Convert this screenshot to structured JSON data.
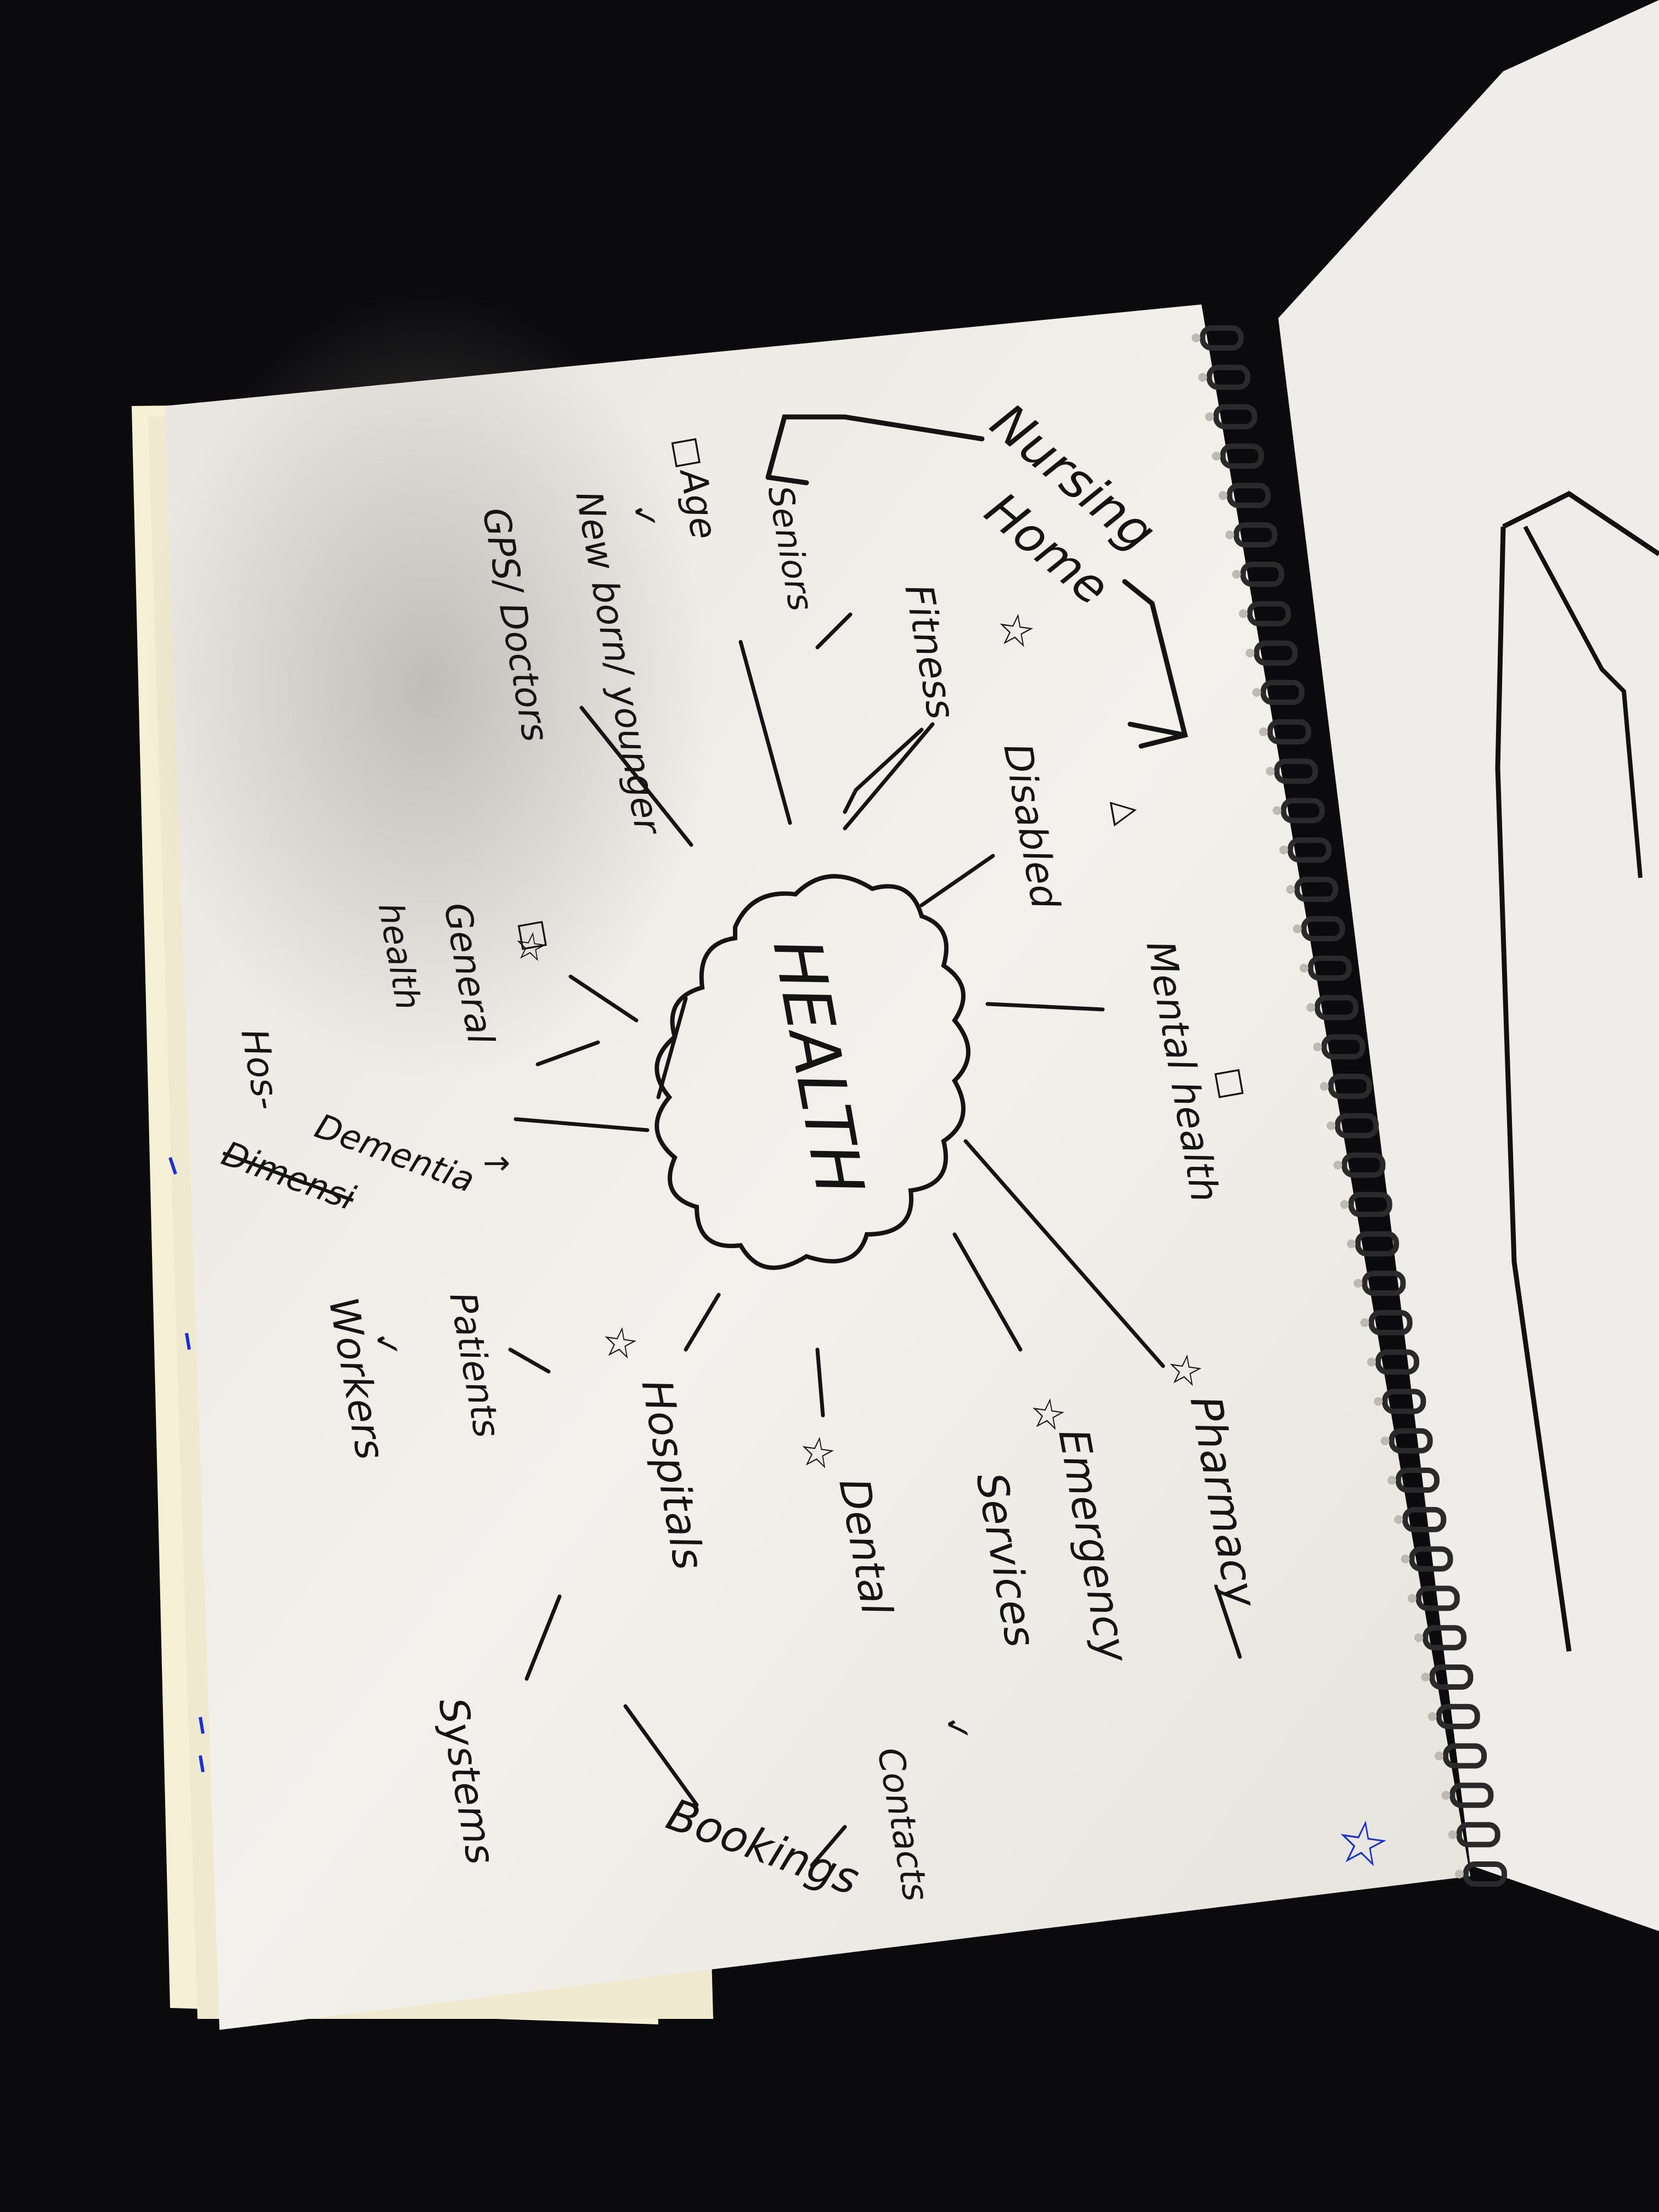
{
  "mindmap": {
    "center": "HEALTH",
    "nodes": {
      "nursing_home_1": "Nursing",
      "nursing_home_2": "Home",
      "seniors": "Seniors",
      "age": "Age",
      "newborn": "New born/ younger",
      "gps": "GPS/ Doctors",
      "fitness": "Fitness",
      "disabled": "Disabled",
      "general_1": "General",
      "general_2": "health",
      "hos": "Hos-",
      "dementia": "Dementia",
      "dimensi": "Dimensi",
      "mental": "Mental health",
      "pharmacy": "Pharmacy",
      "emergency_1": "Emergency",
      "emergency_2": "Services",
      "dental": "Dental",
      "contacts": "Contacts",
      "hospitals": "Hospitals",
      "patients": "Patients",
      "workers": "Workers",
      "systems": "Systems",
      "bookings": "Bookings"
    },
    "marks": {
      "star": "☆",
      "box": "□",
      "tick": "✓",
      "triangle": "△",
      "arrow": "→"
    }
  },
  "colors": {
    "background": "#0b0b0d",
    "paper": "#f4f2ee",
    "ink": "#141414",
    "blue_ink": "#1a2fd0",
    "spiral": "#2a2a2a"
  }
}
